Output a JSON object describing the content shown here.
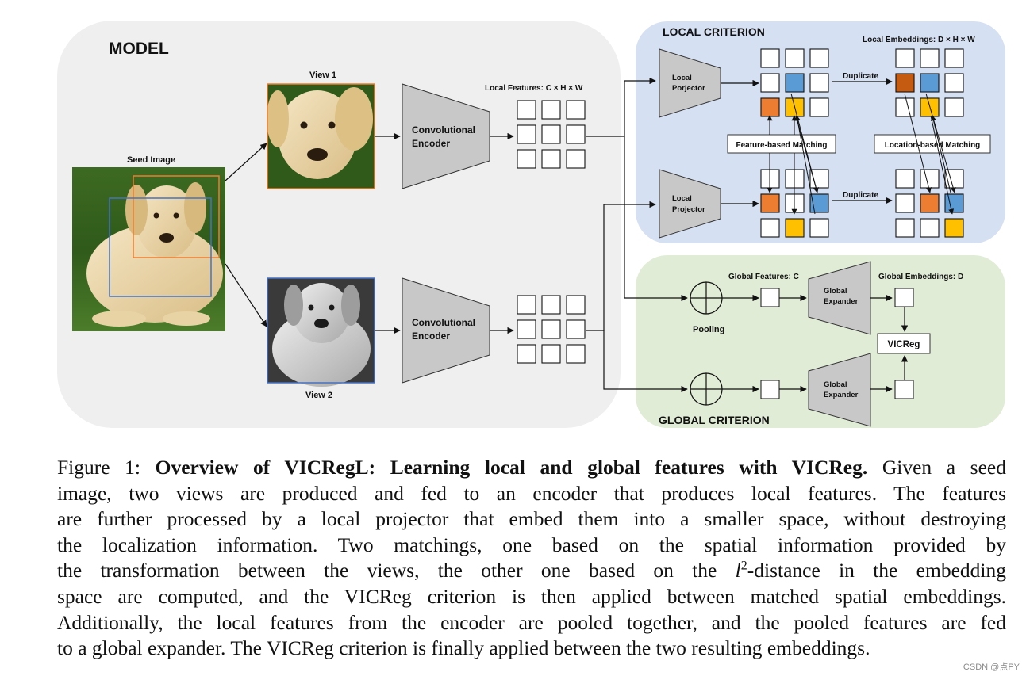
{
  "figure": {
    "model_label": "MODEL",
    "seed_image_label": "Seed Image",
    "view1_label": "View 1",
    "view2_label": "View 2",
    "encoder_label_line1": "Convolutional",
    "encoder_label_line2": "Encoder",
    "local_features_label": "Local Features: C × H × W",
    "local_criterion_label": "LOCAL CRITERION",
    "local_embeddings_label": "Local Embeddings: D × H × W",
    "projector_top_line1": "Local",
    "projector_top_line2": "Porjector",
    "projector_bottom_line1": "Local",
    "projector_bottom_line2": "Projector",
    "duplicate_label": "Duplicate",
    "feature_matching_label": "Feature-based Matching",
    "location_matching_label": "Location-based Matching",
    "global_features_label": "Global Features: C",
    "global_embeddings_label": "Global Embeddings: D",
    "expander_line1": "Global",
    "expander_line2": "Expander",
    "pooling_label": "Pooling",
    "vicreg_label": "VICReg",
    "global_criterion_label": "GLOBAL CRITERION"
  },
  "caption": {
    "prefix": "Figure 1: ",
    "title": "Overview of VICRegL: Learning local and global features with VICReg.",
    "line1_tail": " Given a seed",
    "line2": "image, two views are produced and fed to an encoder that produces local features.  The features",
    "line3": "are further processed by a local projector that embed them into a smaller space, without destroying",
    "line4": "the localization information.  Two matchings, one based on the spatial information provided by",
    "line5_a": "the transformation between the views, the other one based on the ",
    "line5_l": "l",
    "line5_sup": "2",
    "line5_b": "-distance in the embedding",
    "line6": "space are computed, and the VICReg criterion is then applied between matched spatial embeddings.",
    "line7": "Additionally, the local features from the encoder are pooled together, and the pooled features are fed",
    "line8": "to a global expander. The VICReg criterion is finally applied between the two resulting embeddings."
  },
  "watermark": "CSDN @点PY",
  "colors": {
    "model_panel": "#efefef",
    "local_panel": "#d5e0f2",
    "global_panel": "#e0ecd6",
    "trapezoid": "#c8c8c8",
    "orange": "#ed7d31",
    "blue": "#5b9bd5",
    "yellow": "#ffc000",
    "dark_orange": "#c55a11",
    "view1_border": "#ed7d31",
    "view2_border": "#4472c4"
  }
}
